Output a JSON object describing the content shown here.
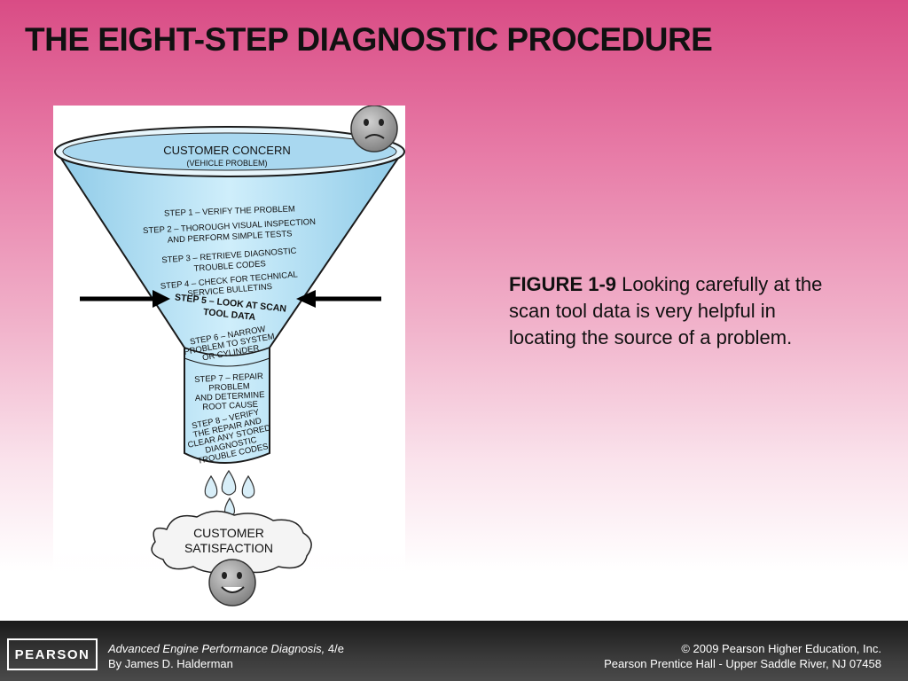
{
  "slide": {
    "title": "THE EIGHT-STEP DIAGNOSTIC PROCEDURE"
  },
  "diagram": {
    "concern_title": "CUSTOMER CONCERN",
    "concern_sub": "(VEHICLE PROBLEM)",
    "steps": [
      [
        "STEP 1 – VERIFY THE PROBLEM"
      ],
      [
        "STEP 2 – THOROUGH VISUAL INSPECTION",
        "AND PERFORM SIMPLE TESTS"
      ],
      [
        "STEP 3 – RETRIEVE DIAGNOSTIC",
        "TROUBLE CODES"
      ],
      [
        "STEP 4 – CHECK FOR TECHNICAL",
        "SERVICE BULLETINS"
      ],
      [
        "STEP 5 – LOOK AT SCAN",
        "TOOL DATA"
      ],
      [
        "STEP 6 – NARROW",
        "PROBLEM TO SYSTEM",
        "OR CYLINDER"
      ],
      [
        "STEP 7 – REPAIR",
        "PROBLEM",
        "AND DETERMINE",
        "ROOT CAUSE"
      ],
      [
        "STEP 8 – VERIFY",
        "THE REPAIR AND",
        "CLEAR ANY STORED",
        "DIAGNOSTIC",
        "TROUBLE CODES"
      ]
    ],
    "satisfaction": [
      "CUSTOMER",
      "SATISFACTION"
    ],
    "highlighted_step": 5
  },
  "caption": {
    "figure_number": "FIGURE 1-9",
    "text": " Looking carefully at the scan tool data is very helpful in locating the source of a problem."
  },
  "footer": {
    "logo": "PEARSON",
    "book_title": "Advanced Engine Performance Diagnosis,",
    "edition": " 4/e",
    "author": "By James D. Halderman",
    "copyright": "© 2009 Pearson Higher Education, Inc.",
    "publisher": "Pearson Prentice Hall - Upper Saddle River, NJ 07458"
  },
  "colors": {
    "funnel_fill": "#bfe3f5",
    "funnel_stroke": "#1b1b1b",
    "liquid_top": "#a9d8f0",
    "face": "#9a9a9a",
    "cloud": "#f4f4f4",
    "accent_pink": "#d94c85"
  }
}
